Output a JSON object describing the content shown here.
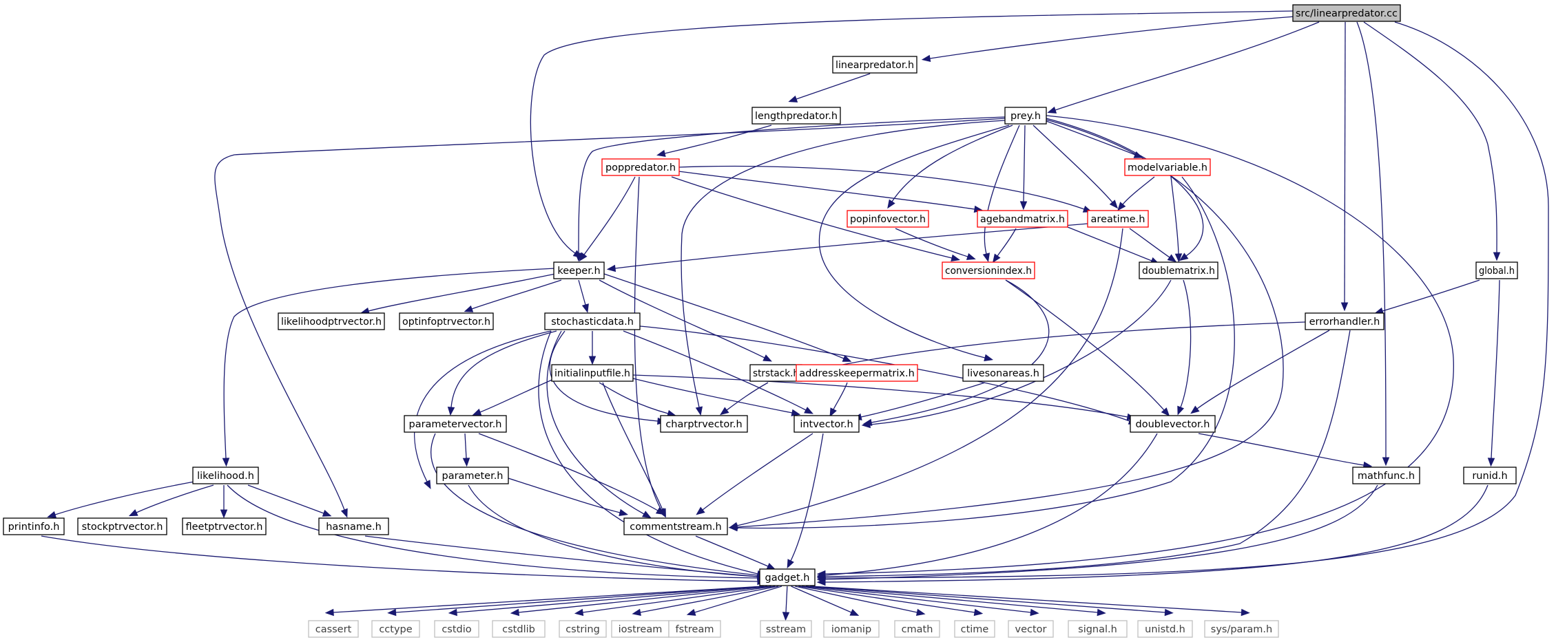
{
  "graph": {
    "title": "src/linearpredator.cc",
    "colors": {
      "edge": "#191970",
      "node_border": "#000000",
      "node_border_truncated": "#ff0000",
      "node_border_system": "#bfbfbf",
      "root_fill": "#bfbfbf",
      "node_fill": "#ffffff",
      "system_text": "#3f3f3f"
    },
    "nodes": [
      {
        "id": "root",
        "label": "src/linearpredator.cc",
        "style": "root"
      },
      {
        "id": "linearpredator",
        "label": "linearpredator.h",
        "style": "normal"
      },
      {
        "id": "lengthpredator",
        "label": "lengthpredator.h",
        "style": "normal"
      },
      {
        "id": "prey",
        "label": "prey.h",
        "style": "normal"
      },
      {
        "id": "poppredator",
        "label": "poppredator.h",
        "style": "truncated"
      },
      {
        "id": "modelvariable",
        "label": "modelvariable.h",
        "style": "truncated"
      },
      {
        "id": "popinfovector",
        "label": "popinfovector.h",
        "style": "truncated"
      },
      {
        "id": "agebandmatrix",
        "label": "agebandmatrix.h",
        "style": "truncated"
      },
      {
        "id": "areatime",
        "label": "areatime.h",
        "style": "truncated"
      },
      {
        "id": "keeper",
        "label": "keeper.h",
        "style": "normal"
      },
      {
        "id": "conversionindex",
        "label": "conversionindex.h",
        "style": "truncated"
      },
      {
        "id": "doublematrix",
        "label": "doublematrix.h",
        "style": "normal"
      },
      {
        "id": "global",
        "label": "global.h",
        "style": "normal"
      },
      {
        "id": "likelihoodptrvector",
        "label": "likelihoodptrvector.h",
        "style": "normal"
      },
      {
        "id": "optinfoptrvector",
        "label": "optinfoptrvector.h",
        "style": "normal"
      },
      {
        "id": "stochasticdata",
        "label": "stochasticdata.h",
        "style": "normal"
      },
      {
        "id": "errorhandler",
        "label": "errorhandler.h",
        "style": "normal"
      },
      {
        "id": "initialinputfile",
        "label": "initialinputfile.h",
        "style": "normal"
      },
      {
        "id": "strstack",
        "label": "strstack.h",
        "style": "normal"
      },
      {
        "id": "addresskeepermatrix",
        "label": "addresskeepermatrix.h",
        "style": "truncated"
      },
      {
        "id": "livesonareas",
        "label": "livesonareas.h",
        "style": "normal"
      },
      {
        "id": "parametervector",
        "label": "parametervector.h",
        "style": "normal"
      },
      {
        "id": "charptrvector",
        "label": "charptrvector.h",
        "style": "normal"
      },
      {
        "id": "intvector",
        "label": "intvector.h",
        "style": "normal"
      },
      {
        "id": "doublevector",
        "label": "doublevector.h",
        "style": "normal"
      },
      {
        "id": "likelihood",
        "label": "likelihood.h",
        "style": "normal"
      },
      {
        "id": "parameter",
        "label": "parameter.h",
        "style": "normal"
      },
      {
        "id": "mathfunc",
        "label": "mathfunc.h",
        "style": "normal"
      },
      {
        "id": "runid",
        "label": "runid.h",
        "style": "normal"
      },
      {
        "id": "printinfo",
        "label": "printinfo.h",
        "style": "normal"
      },
      {
        "id": "stockptrvector",
        "label": "stockptrvector.h",
        "style": "normal"
      },
      {
        "id": "fleetptrvector",
        "label": "fleetptrvector.h",
        "style": "normal"
      },
      {
        "id": "hasname",
        "label": "hasname.h",
        "style": "normal"
      },
      {
        "id": "commentstream",
        "label": "commentstream.h",
        "style": "normal"
      },
      {
        "id": "gadget",
        "label": "gadget.h",
        "style": "normal"
      },
      {
        "id": "cassert",
        "label": "cassert",
        "style": "system"
      },
      {
        "id": "cctype",
        "label": "cctype",
        "style": "system"
      },
      {
        "id": "cstdio",
        "label": "cstdio",
        "style": "system"
      },
      {
        "id": "cstdlib",
        "label": "cstdlib",
        "style": "system"
      },
      {
        "id": "cstring",
        "label": "cstring",
        "style": "system"
      },
      {
        "id": "iostream",
        "label": "iostream",
        "style": "system"
      },
      {
        "id": "fstream",
        "label": "fstream",
        "style": "system"
      },
      {
        "id": "sstream",
        "label": "sstream",
        "style": "system"
      },
      {
        "id": "iomanip",
        "label": "iomanip",
        "style": "system"
      },
      {
        "id": "cmath",
        "label": "cmath",
        "style": "system"
      },
      {
        "id": "ctime",
        "label": "ctime",
        "style": "system"
      },
      {
        "id": "vector",
        "label": "vector",
        "style": "system"
      },
      {
        "id": "signal",
        "label": "signal.h",
        "style": "system"
      },
      {
        "id": "unistd",
        "label": "unistd.h",
        "style": "system"
      },
      {
        "id": "sysparam",
        "label": "sys/param.h",
        "style": "system"
      }
    ],
    "edges": [
      [
        "root",
        "linearpredator"
      ],
      [
        "root",
        "prey"
      ],
      [
        "root",
        "keeper"
      ],
      [
        "root",
        "errorhandler"
      ],
      [
        "root",
        "global"
      ],
      [
        "root",
        "mathfunc"
      ],
      [
        "root",
        "gadget"
      ],
      [
        "linearpredator",
        "lengthpredator"
      ],
      [
        "lengthpredator",
        "poppredator"
      ],
      [
        "poppredator",
        "keeper"
      ],
      [
        "poppredator",
        "commentstream"
      ],
      [
        "poppredator",
        "conversionindex"
      ],
      [
        "poppredator",
        "agebandmatrix"
      ],
      [
        "poppredator",
        "areatime"
      ],
      [
        "prey",
        "hasname"
      ],
      [
        "prey",
        "keeper"
      ],
      [
        "prey",
        "charptrvector"
      ],
      [
        "prey",
        "livesonareas"
      ],
      [
        "prey",
        "popinfovector"
      ],
      [
        "prey",
        "conversionindex"
      ],
      [
        "prey",
        "agebandmatrix"
      ],
      [
        "prey",
        "areatime"
      ],
      [
        "prey",
        "modelvariable"
      ],
      [
        "prey",
        "doublematrix"
      ],
      [
        "prey",
        "commentstream"
      ],
      [
        "prey",
        "gadget"
      ],
      [
        "modelvariable",
        "areatime"
      ],
      [
        "modelvariable",
        "doublematrix"
      ],
      [
        "modelvariable",
        "commentstream"
      ],
      [
        "popinfovector",
        "conversionindex"
      ],
      [
        "agebandmatrix",
        "conversionindex"
      ],
      [
        "agebandmatrix",
        "doublematrix"
      ],
      [
        "areatime",
        "keeper"
      ],
      [
        "areatime",
        "doublematrix"
      ],
      [
        "areatime",
        "commentstream"
      ],
      [
        "conversionindex",
        "intvector"
      ],
      [
        "conversionindex",
        "doublevector"
      ],
      [
        "doublematrix",
        "intvector"
      ],
      [
        "doublematrix",
        "doublevector"
      ],
      [
        "global",
        "errorhandler"
      ],
      [
        "global",
        "runid"
      ],
      [
        "keeper",
        "likelihood"
      ],
      [
        "keeper",
        "likelihoodptrvector"
      ],
      [
        "keeper",
        "optinfoptrvector"
      ],
      [
        "keeper",
        "stochasticdata"
      ],
      [
        "keeper",
        "strstack"
      ],
      [
        "keeper",
        "addresskeepermatrix"
      ],
      [
        "errorhandler",
        "strstack"
      ],
      [
        "errorhandler",
        "doublevector"
      ],
      [
        "errorhandler",
        "gadget"
      ],
      [
        "stochasticdata",
        "initialinputfile"
      ],
      [
        "stochasticdata",
        "parametervector"
      ],
      [
        "stochasticdata",
        "parameter"
      ],
      [
        "stochasticdata",
        "charptrvector"
      ],
      [
        "stochasticdata",
        "intvector"
      ],
      [
        "stochasticdata",
        "doublevector"
      ],
      [
        "stochasticdata",
        "commentstream"
      ],
      [
        "stochasticdata",
        "gadget"
      ],
      [
        "initialinputfile",
        "parametervector"
      ],
      [
        "initialinputfile",
        "charptrvector"
      ],
      [
        "initialinputfile",
        "intvector"
      ],
      [
        "initialinputfile",
        "doublevector"
      ],
      [
        "initialinputfile",
        "commentstream"
      ],
      [
        "strstack",
        "charptrvector"
      ],
      [
        "addresskeepermatrix",
        "intvector"
      ],
      [
        "livesonareas",
        "intvector"
      ],
      [
        "parametervector",
        "parameter"
      ],
      [
        "parametervector",
        "commentstream"
      ],
      [
        "parametervector",
        "gadget"
      ],
      [
        "parameter",
        "commentstream"
      ],
      [
        "parameter",
        "gadget"
      ],
      [
        "intvector",
        "commentstream"
      ],
      [
        "intvector",
        "gadget"
      ],
      [
        "doublevector",
        "mathfunc"
      ],
      [
        "doublevector",
        "gadget"
      ],
      [
        "mathfunc",
        "gadget"
      ],
      [
        "runid",
        "gadget"
      ],
      [
        "likelihood",
        "printinfo"
      ],
      [
        "likelihood",
        "stockptrvector"
      ],
      [
        "likelihood",
        "fleetptrvector"
      ],
      [
        "likelihood",
        "hasname"
      ],
      [
        "likelihood",
        "gadget"
      ],
      [
        "printinfo",
        "gadget"
      ],
      [
        "hasname",
        "gadget"
      ],
      [
        "commentstream",
        "gadget"
      ],
      [
        "gadget",
        "cassert"
      ],
      [
        "gadget",
        "cctype"
      ],
      [
        "gadget",
        "cstdio"
      ],
      [
        "gadget",
        "cstdlib"
      ],
      [
        "gadget",
        "cstring"
      ],
      [
        "gadget",
        "iostream"
      ],
      [
        "gadget",
        "fstream"
      ],
      [
        "gadget",
        "sstream"
      ],
      [
        "gadget",
        "iomanip"
      ],
      [
        "gadget",
        "cmath"
      ],
      [
        "gadget",
        "ctime"
      ],
      [
        "gadget",
        "vector"
      ],
      [
        "gadget",
        "signal"
      ],
      [
        "gadget",
        "unistd"
      ],
      [
        "gadget",
        "sysparam"
      ]
    ]
  }
}
